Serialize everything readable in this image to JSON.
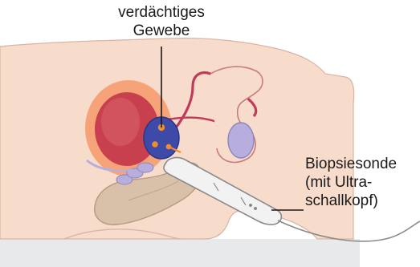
{
  "labels": {
    "tissue": [
      "verdächtiges",
      "Gewebe"
    ],
    "probe": [
      "Biopsiesonde",
      "(mit Ultra-",
      "schallkopf)"
    ]
  },
  "colors": {
    "background": "#ffffff",
    "floor": "#e8e9ea",
    "skin": "#f8dccb",
    "skin_outline": "#d9b4a4",
    "bladder_outer": "#f6a37a",
    "bladder_inner": "#c8404e",
    "prostate": "#3d4aa8",
    "tumor": "#f08a33",
    "vessel": "#c03a5a",
    "seminal": "#b7aede",
    "rectum": "#d8c1a8",
    "probe": "#f2f2f2",
    "probe_outline": "#8a8a8a",
    "leader": "#1a1a1a"
  },
  "icons": [
    "prostate-biopsy-illustration",
    "ultrasound-probe-icon"
  ]
}
